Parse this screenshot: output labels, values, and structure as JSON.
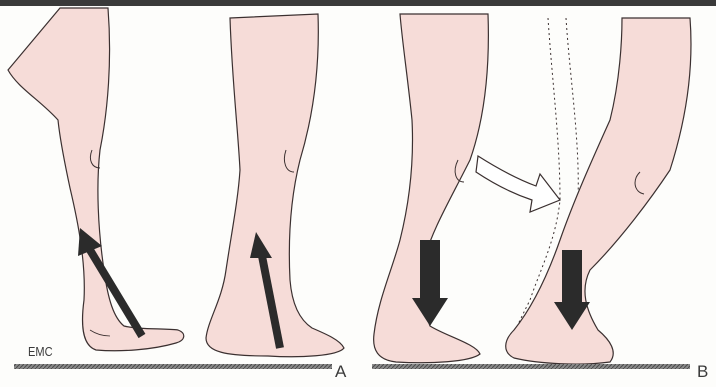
{
  "figure": {
    "watermark": "EMC",
    "panels": [
      {
        "id": "A",
        "label": "A",
        "arrow_direction": "up",
        "legs": 2
      },
      {
        "id": "B",
        "label": "B",
        "arrow_direction": "down",
        "legs": 2,
        "has_curved_transition_arrow": true,
        "has_dotted_outline": true
      }
    ]
  },
  "colors": {
    "skin": "#f6dcd8",
    "outline": "#3b3030",
    "arrow": "#2b2b2b",
    "ground": "#6e6e6e",
    "rule": "#3a3a3a"
  },
  "icons": [
    "leg-illustration",
    "force-arrow-up",
    "force-arrow-down",
    "curved-transition-arrow"
  ]
}
